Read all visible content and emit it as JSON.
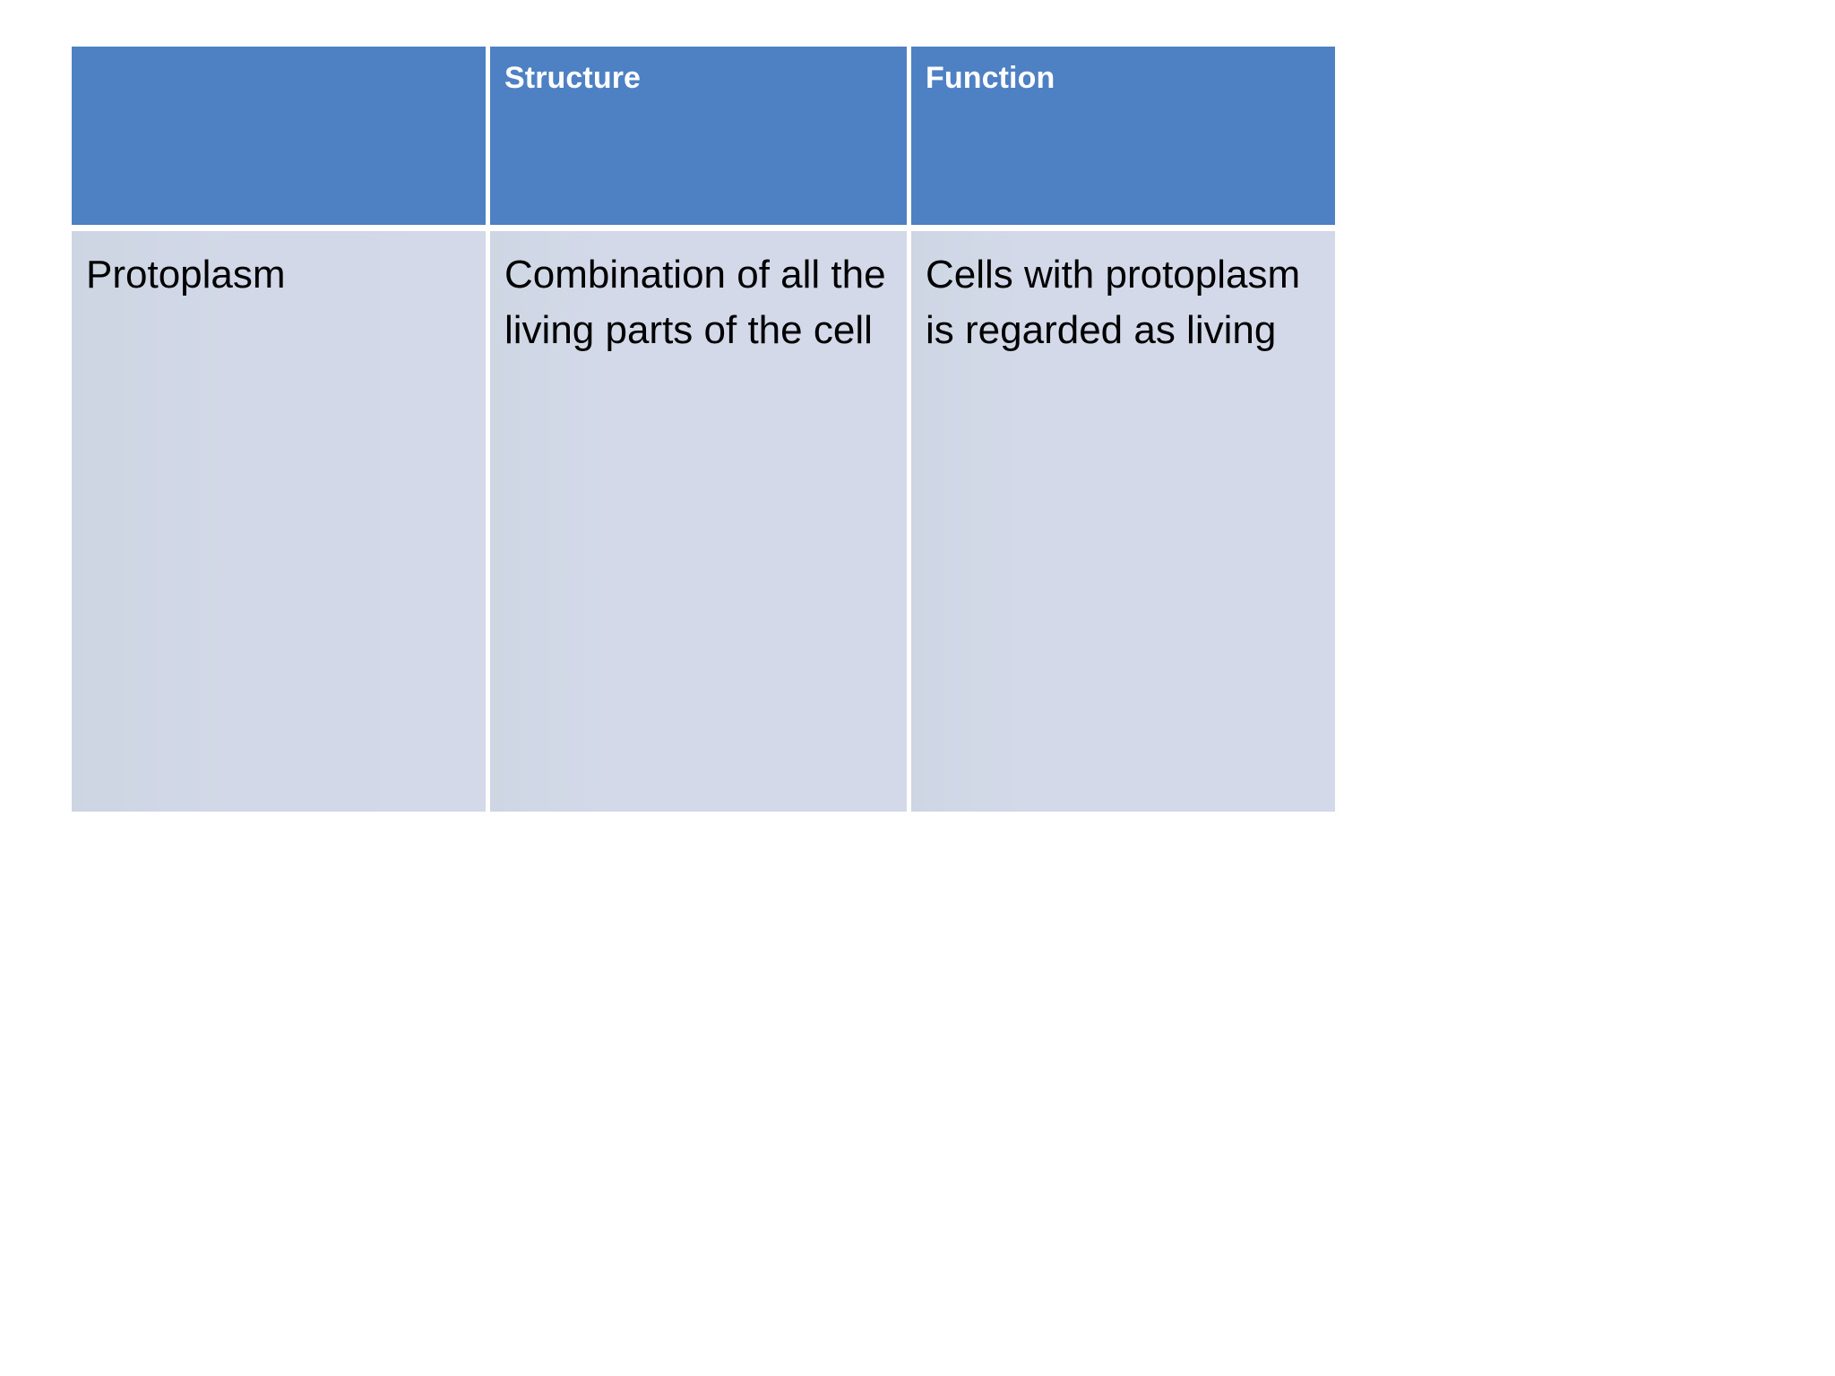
{
  "slide": {
    "background_color": "#ffffff",
    "table": {
      "header_color": "#4d81c4",
      "header_text_color": "#ffffff",
      "body_color": "#d3d9e8",
      "body_text_color": "#000000",
      "gridline_color": "#ffffff",
      "columns": [
        {
          "key": "name",
          "header": ""
        },
        {
          "key": "structure",
          "header": "Structure"
        },
        {
          "key": "function",
          "header": "Function"
        }
      ],
      "rows": [
        {
          "name": "Protoplasm",
          "structure": "Combination of all the living parts of the cell",
          "function": "Cells with protoplasm is regarded as living"
        }
      ]
    }
  }
}
